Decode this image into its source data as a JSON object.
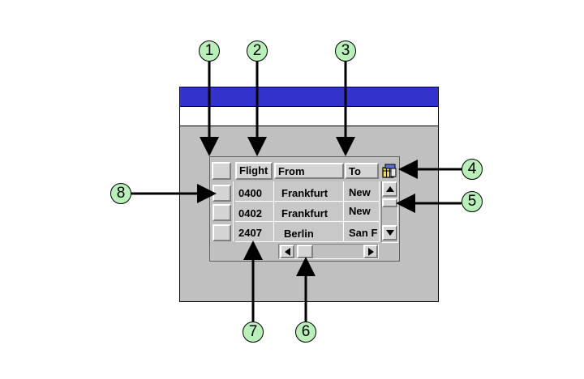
{
  "callouts": [
    "1",
    "2",
    "3",
    "4",
    "5",
    "6",
    "7",
    "8"
  ],
  "table": {
    "headers": [
      "Flight",
      "From",
      "To"
    ],
    "rows": [
      [
        "0400",
        "Frankfurt",
        "New"
      ],
      [
        "0402",
        "Frankfurt",
        "New"
      ],
      [
        "2407",
        "Berlin",
        "San F"
      ]
    ]
  },
  "icons": {
    "column_settings": "table-settings-icon",
    "scroll_up": "arrow-up-icon",
    "scroll_down": "arrow-down-icon",
    "scroll_left": "arrow-left-icon",
    "scroll_right": "arrow-right-icon"
  },
  "colors": {
    "titlebar": "#3333cc",
    "callout_fill": "#b9f0b9",
    "window_bg": "#c0c0c0"
  }
}
